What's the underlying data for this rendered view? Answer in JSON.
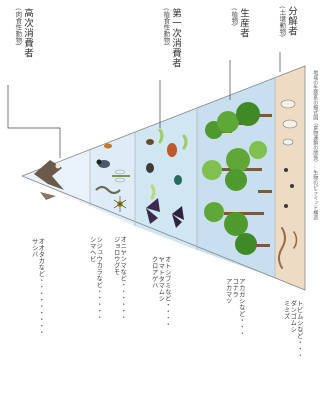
{
  "levels": {
    "apex": {
      "label": "高次消費者",
      "sub": "(肉食性動物)"
    },
    "primary": {
      "label": "第一次消費者",
      "sub": "(植食性動物)"
    },
    "producer": {
      "label": "生産者",
      "sub": "(植物)"
    },
    "decomposer": {
      "label": "分解者",
      "sub": "(土壌動物)"
    }
  },
  "species": {
    "apex": "オオタカなど・・・・・・・・・\nサシバ",
    "secondary": "シジュウカラなど・・・・・\nシマヘビ",
    "secondary2": "オニヤンマなど・・・・・・\nジョロウグモ",
    "primary": "オトシブミなど・・・・\nヤマトタマムシ\nクロアゲハ",
    "producer": "アカガシなど・・・\nコナラ\nアカマツ",
    "decomposer": "トビムシなど・・・\nダンゴムシ\nミミズ"
  },
  "footnote": "地域の生態系の模式図（食物連鎖の関係）…生物のピラミッド構造",
  "colors": {
    "pyramid_border": "#888888",
    "apex_band": "#e9f2fa",
    "secondary_band": "#ddecf7",
    "primary_band": "#d0e6f3",
    "producer_band": "#c7dfee",
    "soil_band": "#eddcc3",
    "leaf": "#4f9a2e",
    "leaf_light": "#7fc050",
    "trunk": "#7a5a3a",
    "butterfly": "#3b2a4a",
    "insect": "#3d3b3a",
    "caterpillar": "#9ccc6a"
  },
  "icons": [
    "bird-icon",
    "snake-icon",
    "dragonfly-icon",
    "spider-icon",
    "butterfly-icon",
    "beetle-icon",
    "caterpillar-icon",
    "tree-icon",
    "worm-icon",
    "pillbug-icon",
    "springtail-icon"
  ]
}
